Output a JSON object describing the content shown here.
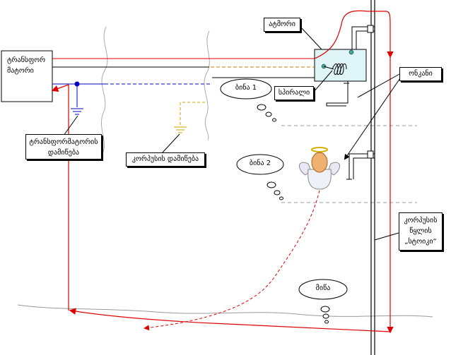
{
  "labels": {
    "transformer": "ტრანსფორ\nმატორი",
    "transformer_grounding": "ტრანსფორმატორის\nდამიწება",
    "housing_grounding": "კორპუსის დამიწება",
    "motor": "ატმორი",
    "spiral": "სპირალი",
    "insulator": "ონკანი",
    "pipe_riser": "კორპუსის\nწყლის\n„სტოიკი“"
  },
  "bubbles": {
    "floor1": "ბინა 1",
    "floor2": "ბინა 2",
    "ground": "მიწა"
  },
  "colors": {
    "phase": "#e00000",
    "neutral": "#0000c0",
    "pe_dashed": "#c08000",
    "housing_ground": "#d0a000",
    "fault_current": "#e00000",
    "device_fill": "#dff5f8"
  }
}
